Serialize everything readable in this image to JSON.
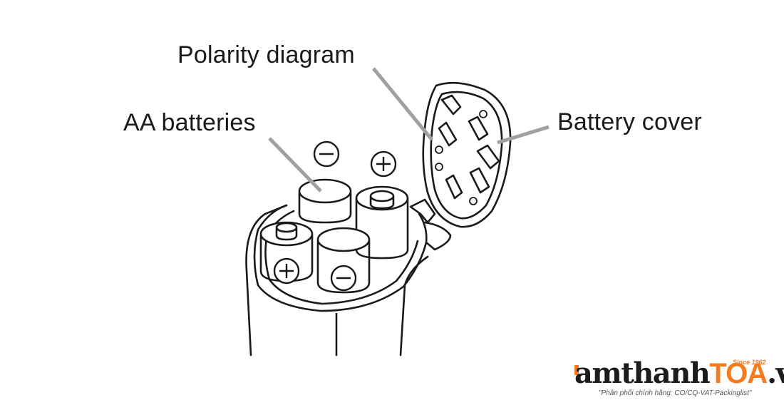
{
  "labels": {
    "polarity_diagram": "Polarity diagram",
    "aa_batteries": "AA batteries",
    "battery_cover": "Battery cover"
  },
  "symbols": {
    "minus": "−",
    "plus": "+"
  },
  "logo": {
    "prefix": "amthanh",
    "brand": "TOA",
    "suffix": ".vn",
    "since": "Since 1962",
    "tagline": "\"Phân phối chính hãng: CO/CQ-VAT-Packinglist\""
  },
  "colors": {
    "line": "#1a1a1a",
    "leader": "#a0a0a0",
    "accent": "#f47b20"
  }
}
